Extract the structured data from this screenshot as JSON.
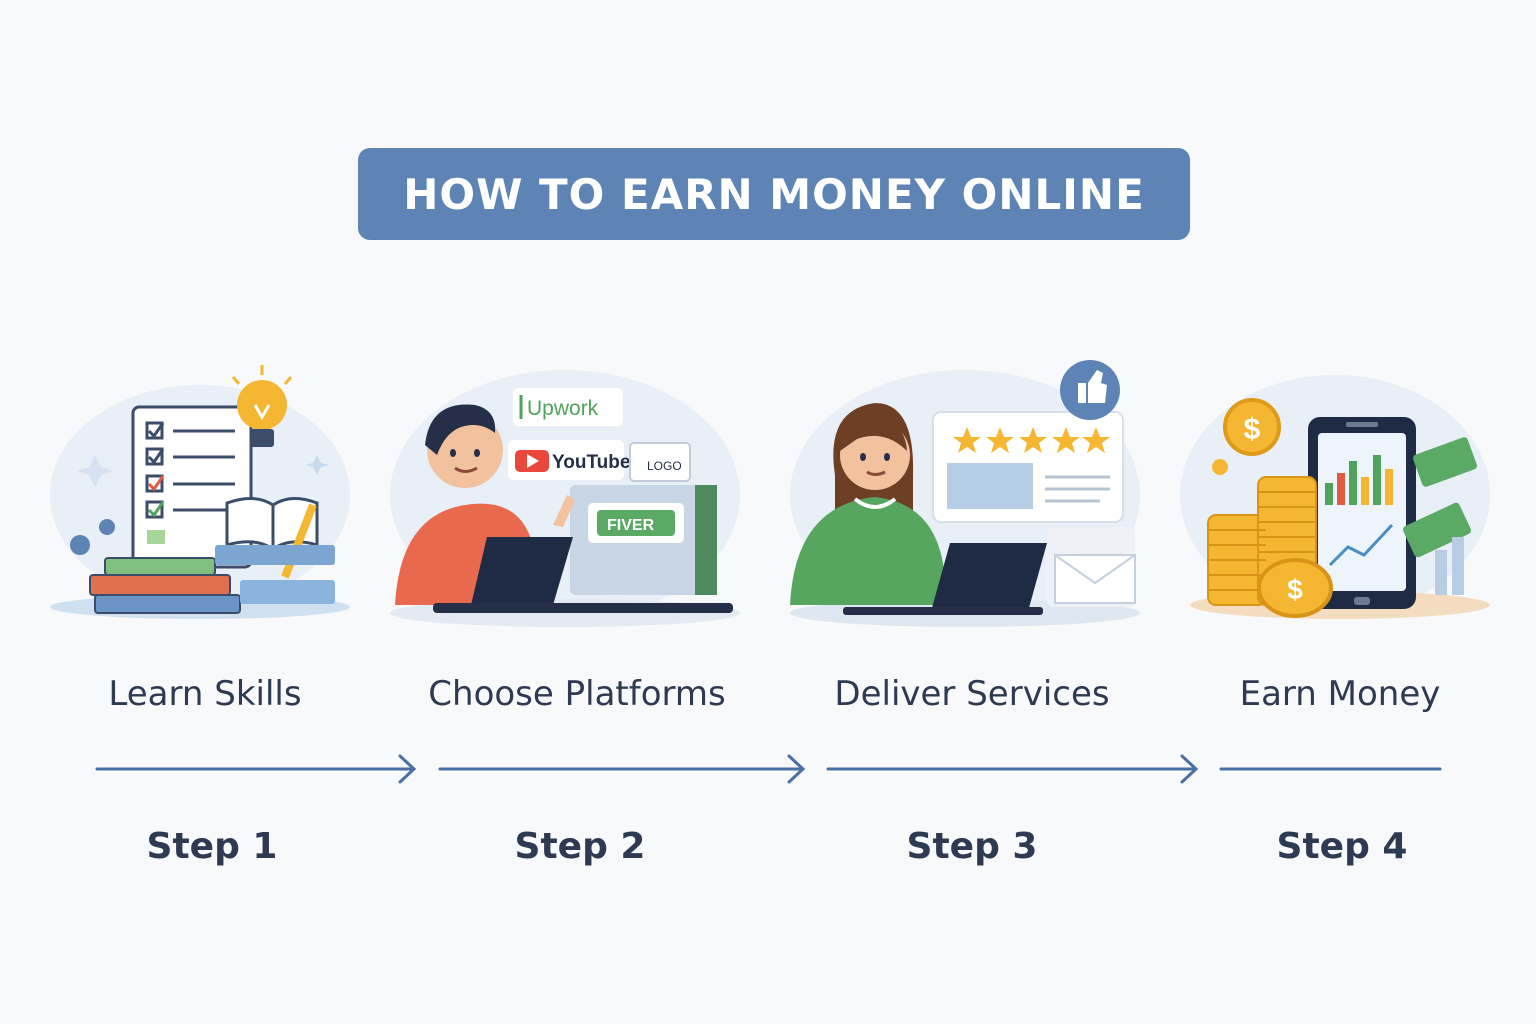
{
  "title": "HOW TO EARN MONEY ONLINE",
  "steps": [
    {
      "label": "Learn Skills",
      "step": "Step 1",
      "illustration_icon": "books-checklist-lightbulb-icon"
    },
    {
      "label": "Choose Platforms",
      "step": "Step 2",
      "illustration_icon": "man-laptop-platforms-icon",
      "platform_tags": [
        "Upwork",
        "YouTube",
        "LOGO",
        "FIVER"
      ]
    },
    {
      "label": "Deliver Services",
      "step": "Step 3",
      "illustration_icon": "woman-laptop-review-icon",
      "rating_stars": 5
    },
    {
      "label": "Earn Money",
      "step": "Step 4",
      "illustration_icon": "coins-phone-chart-icon",
      "currency_symbol": "$"
    }
  ],
  "colors": {
    "accent": "#5d84b4",
    "text": "#2e3a52",
    "arrow": "#4a6fa5",
    "background": "#f8f9fb"
  }
}
